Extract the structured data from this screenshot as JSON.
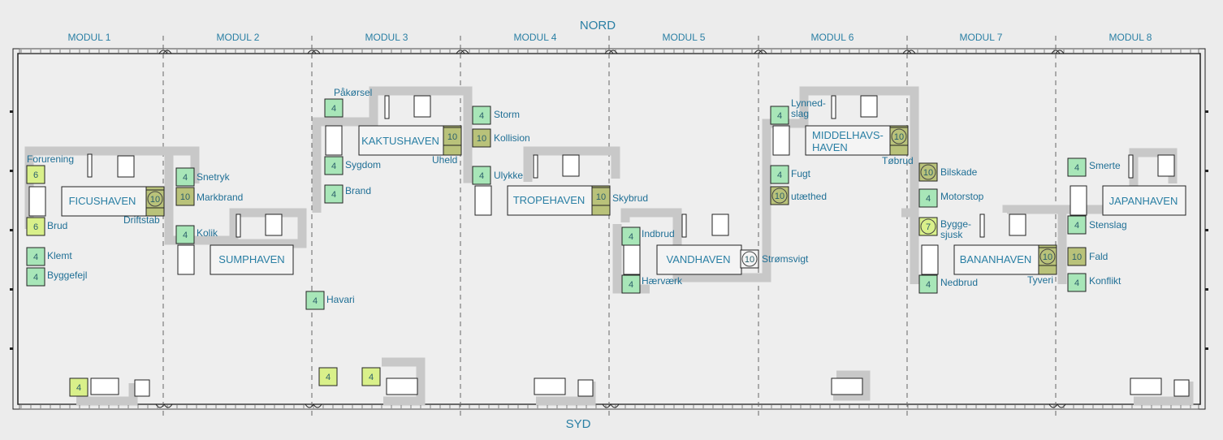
{
  "compass": {
    "north": "NORD",
    "south": "SYD"
  },
  "modules": [
    "MODUL 1",
    "MODUL 2",
    "MODUL 3",
    "MODUL 4",
    "MODUL 5",
    "MODUL 6",
    "MODUL 7",
    "MODUL 8"
  ],
  "gardens": [
    {
      "name": "FICUSHAVEN"
    },
    {
      "name": "SUMPHAVEN"
    },
    {
      "name": "KAKTUSHAVEN"
    },
    {
      "name": "TROPEHAVEN"
    },
    {
      "name": "VANDHAVEN"
    },
    {
      "name": "MIDDELHAVS-\nHAVEN"
    },
    {
      "name": "BANANHAVEN"
    },
    {
      "name": "JAPANHAVEN"
    }
  ],
  "markers": [
    {
      "value": "6",
      "label": "Forurening",
      "style": "yellow"
    },
    {
      "value": "6",
      "label": "Brud",
      "style": "yellow"
    },
    {
      "value": "4",
      "label": "Klemt",
      "style": "green"
    },
    {
      "value": "4",
      "label": "Byggefejl",
      "style": "green"
    },
    {
      "value": "10",
      "label": "Driftstab",
      "style": "olive-circle"
    },
    {
      "value": "4",
      "label": "Snetryk",
      "style": "green"
    },
    {
      "value": "10",
      "label": "Markbrand",
      "style": "olive"
    },
    {
      "value": "4",
      "label": "Kolik",
      "style": "green"
    },
    {
      "value": "4",
      "label": "Påkørsel",
      "style": "green"
    },
    {
      "value": "4",
      "label": "Sygdom",
      "style": "green"
    },
    {
      "value": "4",
      "label": "Brand",
      "style": "green"
    },
    {
      "value": "4",
      "label": "Havari",
      "style": "green"
    },
    {
      "value": "10",
      "label": "Uheld",
      "style": "olive"
    },
    {
      "value": "4",
      "label": "Storm",
      "style": "green"
    },
    {
      "value": "10",
      "label": "Kollision",
      "style": "olive"
    },
    {
      "value": "4",
      "label": "Ulykke",
      "style": "green"
    },
    {
      "value": "10",
      "label": "Skybrud",
      "style": "olive"
    },
    {
      "value": "4",
      "label": "Indbrud",
      "style": "green"
    },
    {
      "value": "4",
      "label": "Hærværk",
      "style": "green"
    },
    {
      "value": "10",
      "label": "Strømsvigt",
      "style": "circle"
    },
    {
      "value": "4",
      "label": "Lynned-\nslag",
      "style": "green"
    },
    {
      "value": "10",
      "label": "Tøbrud",
      "style": "olive-circle"
    },
    {
      "value": "4",
      "label": "Fugt",
      "style": "green"
    },
    {
      "value": "10",
      "label": "utæthed",
      "style": "olive-circle"
    },
    {
      "value": "10",
      "label": "Bilskade",
      "style": "olive-circle"
    },
    {
      "value": "4",
      "label": "Motorstop",
      "style": "green"
    },
    {
      "value": "7",
      "label": "Bygge-\nsjusk",
      "style": "yellow-circle"
    },
    {
      "value": "4",
      "label": "Nedbrud",
      "style": "green"
    },
    {
      "value": "10",
      "label": "Tyveri",
      "style": "olive-circle"
    },
    {
      "value": "4",
      "label": "Smerte",
      "style": "green"
    },
    {
      "value": "4",
      "label": "Stenslag",
      "style": "green"
    },
    {
      "value": "10",
      "label": "Fald",
      "style": "olive"
    },
    {
      "value": "4",
      "label": "Konflikt",
      "style": "green"
    },
    {
      "value": "4",
      "label": "",
      "style": "yellow"
    },
    {
      "value": "4",
      "label": "",
      "style": "yellow"
    },
    {
      "value": "4",
      "label": "",
      "style": "yellow"
    }
  ],
  "colors": {
    "green": "#a8e6b8",
    "yellow": "#d9f08a",
    "olive": "#b9c27a",
    "corridor": "#c8c8c8",
    "text": "#1f6f95",
    "heading": "#2a7fa4"
  }
}
